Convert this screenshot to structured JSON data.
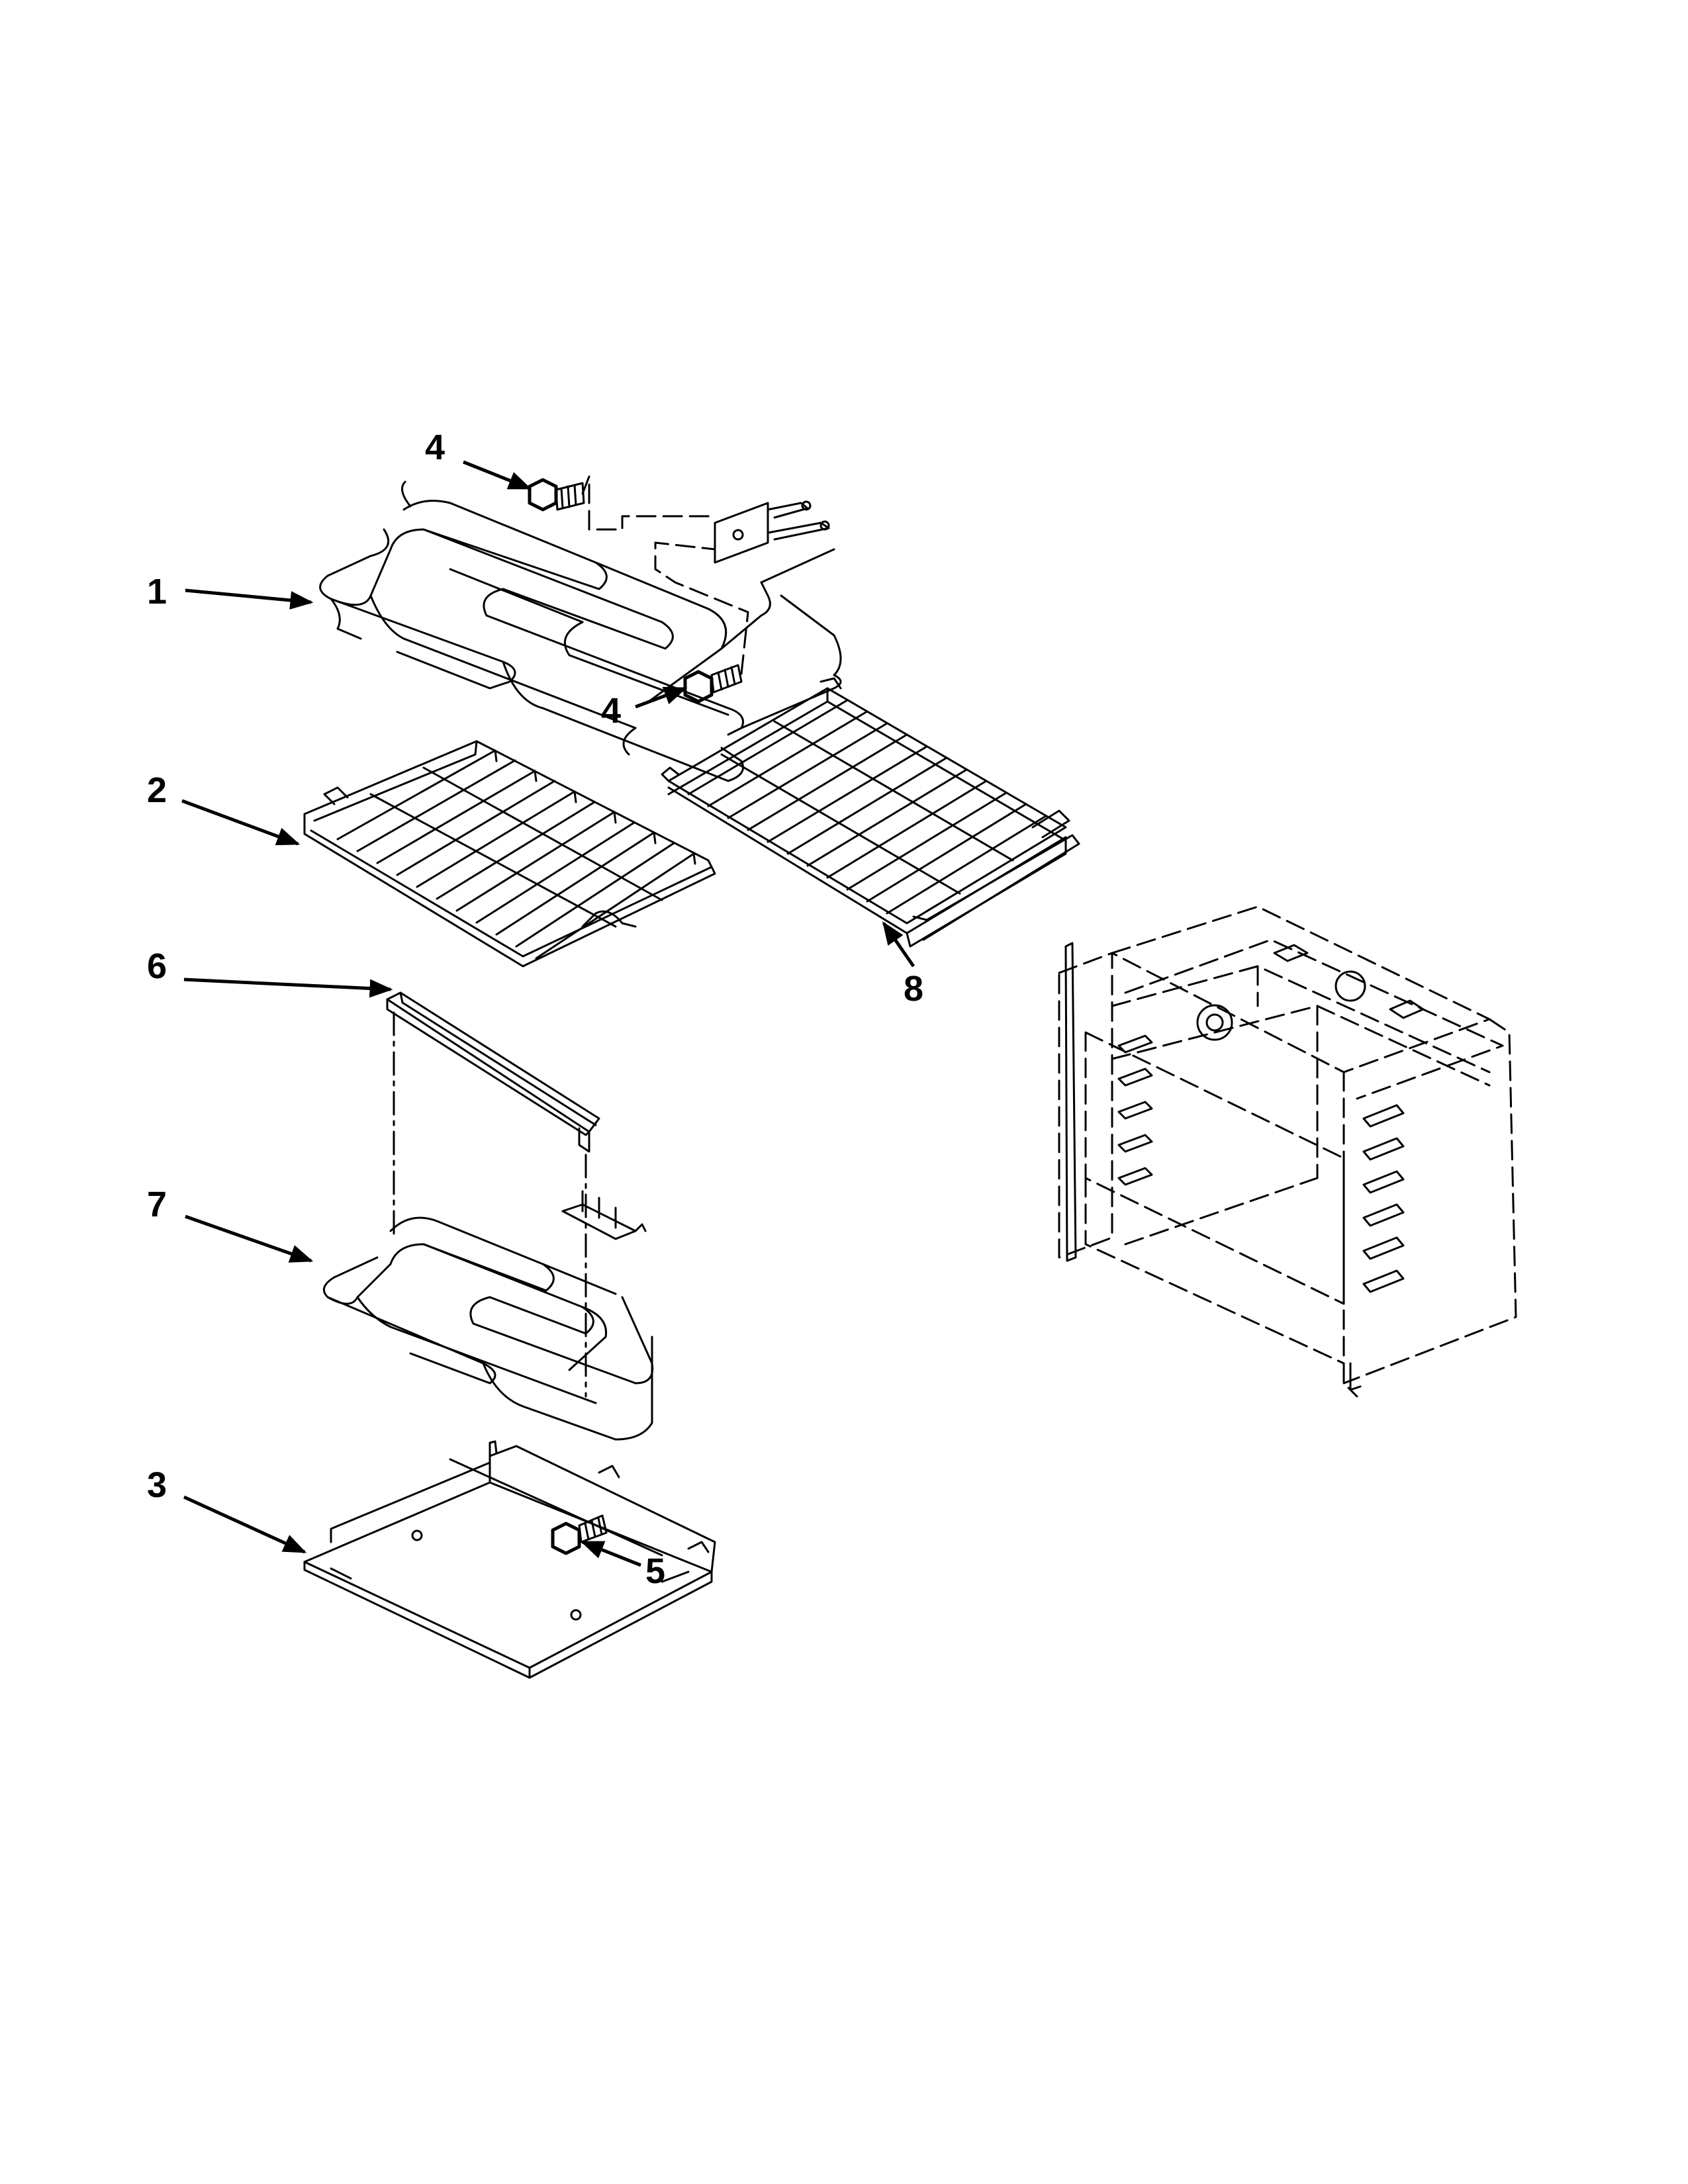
{
  "callouts": [
    {
      "id": "c1",
      "number": "1"
    },
    {
      "id": "c2",
      "number": "2"
    },
    {
      "id": "c3",
      "number": "3"
    },
    {
      "id": "c4a",
      "number": "4"
    },
    {
      "id": "c4b",
      "number": "4"
    },
    {
      "id": "c5",
      "number": "5"
    },
    {
      "id": "c6",
      "number": "6"
    },
    {
      "id": "c7",
      "number": "7"
    },
    {
      "id": "c8",
      "number": "8"
    }
  ]
}
